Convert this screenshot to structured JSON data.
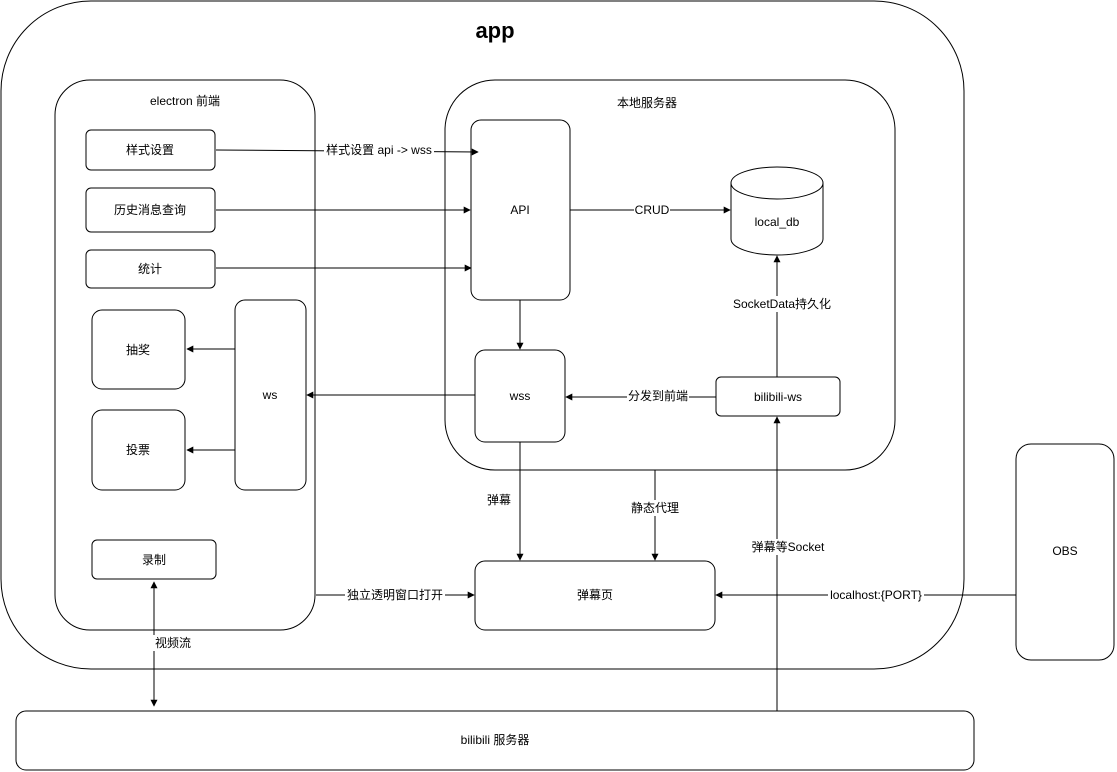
{
  "title": "app",
  "containers": {
    "electron": "electron 前端",
    "local_server": "本地服务器"
  },
  "nodes": {
    "style_settings": "样式设置",
    "history_query": "历史消息查询",
    "statistics": "统计",
    "lottery": "抽奖",
    "vote": "投票",
    "record": "录制",
    "ws": "ws",
    "api": "API",
    "wss": "wss",
    "local_db": "local_db",
    "bilibili_ws": "bilibili-ws",
    "danmaku_page": "弹幕页",
    "obs": "OBS",
    "bilibili_server": "bilibili 服务器"
  },
  "edges": {
    "style_api": "样式设置 api -> wss",
    "crud": "CRUD",
    "persist": "SocketData持久化",
    "dispatch": "分发到前端",
    "danmaku": "弹幕",
    "static_proxy": "静态代理",
    "danmaku_socket": "弹幕等Socket",
    "open_window": "独立透明窗口打开",
    "localhost": "localhost:{PORT}",
    "video_stream": "视频流"
  }
}
